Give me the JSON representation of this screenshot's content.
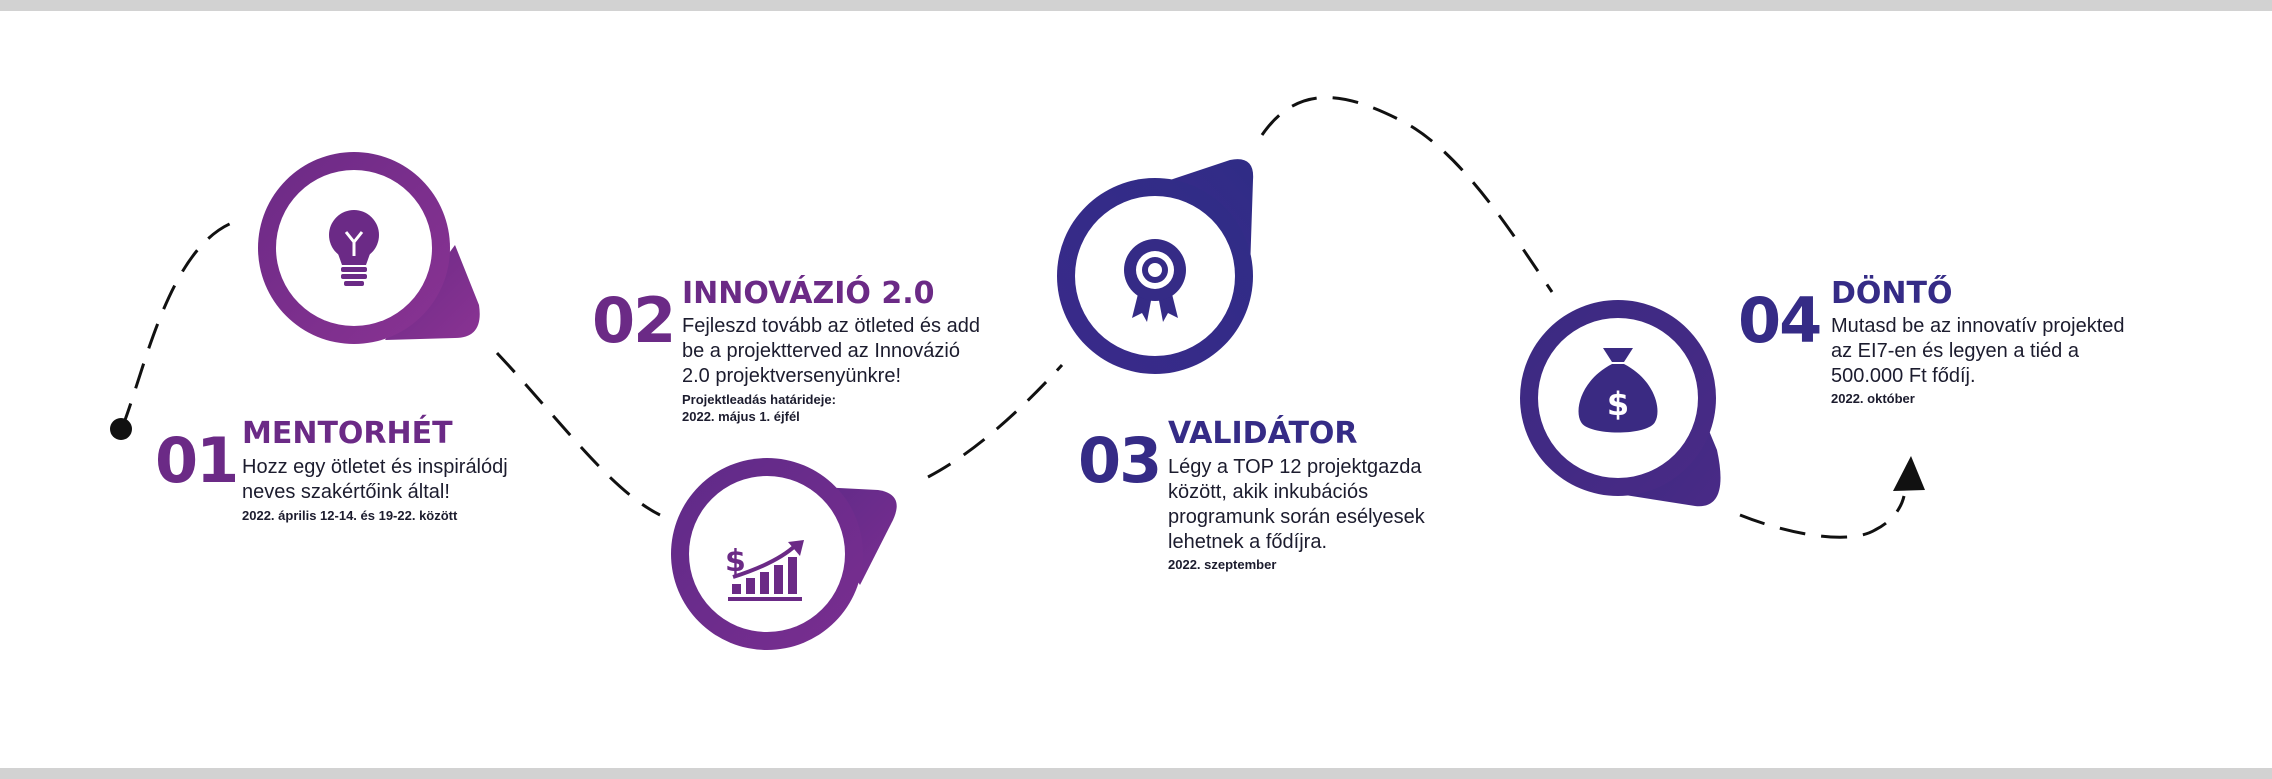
{
  "colors": {
    "purple": "#6b2a86",
    "purple_light": "#8a3393",
    "violet": "#352b86",
    "violet_dark": "#2a2670",
    "line": "#111111",
    "frame": "#d2d2d2"
  },
  "steps": [
    {
      "number": "01",
      "title": "MENTORHÉT",
      "description": [
        "Hozz egy ötletet és inspirálódj",
        "neves szakértőink által!"
      ],
      "extra": [
        "2022. április 12-14. és 19-22. között"
      ],
      "icon": "lightbulb-icon",
      "color": "purple"
    },
    {
      "number": "02",
      "title": "INNOVÁZIÓ 2.0",
      "description": [
        "Fejleszd tovább az ötleted és add",
        "be a projektterved az Innovázió",
        "2.0 projektversenyünkre!"
      ],
      "extra": [
        "Projektleadás határideje:",
        "2022. május 1. éjfél"
      ],
      "icon": "growth-chart-icon",
      "color": "purple"
    },
    {
      "number": "03",
      "title": "VALIDÁTOR",
      "description": [
        "Légy a TOP 12 projektgazda",
        "között, akik inkubációs",
        "programunk során esélyesek",
        "lehetnek a fődíjra."
      ],
      "extra": [
        "2022. szeptember"
      ],
      "icon": "award-badge-icon",
      "color": "violet"
    },
    {
      "number": "04",
      "title": "DÖNTŐ",
      "description": [
        "Mutasd be az innovatív projekted",
        "az EI7-en és legyen a tiéd a",
        "500.000 Ft fődíj."
      ],
      "extra": [
        "2022. október"
      ],
      "icon": "money-bag-icon",
      "color": "violet"
    }
  ]
}
